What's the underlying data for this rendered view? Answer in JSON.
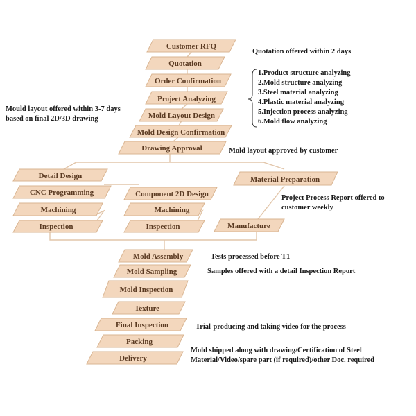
{
  "colors": {
    "box_fill": "#f3d7bd",
    "box_stroke": "#d9b592",
    "box_text": "#5a3a22",
    "connector": "#e2c6aa",
    "note_text": "#1a1a1a"
  },
  "steps": {
    "customer_rfq": "Customer RFQ",
    "quotation": "Quotation",
    "order_confirmation": "Order Confirmation",
    "project_analyzing": "Project Analyzing",
    "mold_layout_design": "Mold Layout Design",
    "mold_design_confirmation": "Mold Design Confirmation",
    "drawing_approval": "Drawing Approval",
    "detail_design": "Detail Design",
    "cnc_programming": "CNC Programming",
    "machining_left": "Machining",
    "inspection_left": "Inspection",
    "component_2d_design": "Component 2D Design",
    "machining_middle": "Machining",
    "inspection_middle": "Inspection",
    "material_preparation": "Material Preparation",
    "manufacture": "Manufacture",
    "mold_assembly": "Mold Assembly",
    "mold_sampling": "Mold Sampling",
    "mold_inspection": "Mold Inspection",
    "texture": "Texture",
    "final_inspection": "Final Inspection",
    "packing": "Packing",
    "delivery": "Delivery"
  },
  "notes": {
    "quotation_time": "Quotation offered within 2 days",
    "analysis_items": [
      "1.Product structure analyzing",
      "2.Mold structure analyzing",
      "3.Steel material analyzing",
      "4.Plastic material analyzing",
      "5.Injection process analyzing",
      "6.Mold flow analyzing"
    ],
    "mould_layout_line1": "Mould layout offered within 3-7 days",
    "mould_layout_line2": "based on final 2D/3D drawing",
    "layout_approved": "Mold layout approved by customer",
    "process_report_line1": "Project Process Report offered to",
    "process_report_line2": "customer weekly",
    "tests_before_t1": "Tests processed before T1",
    "samples_report": "Samples offered with a detail Inspection Report",
    "trial_producing": "Trial-producing and taking video for the process",
    "shipped_line1": "Mold shipped along with drawing/Certification of Steel",
    "shipped_line2": "Material/Video/spare part (if required)/other Doc. required"
  }
}
